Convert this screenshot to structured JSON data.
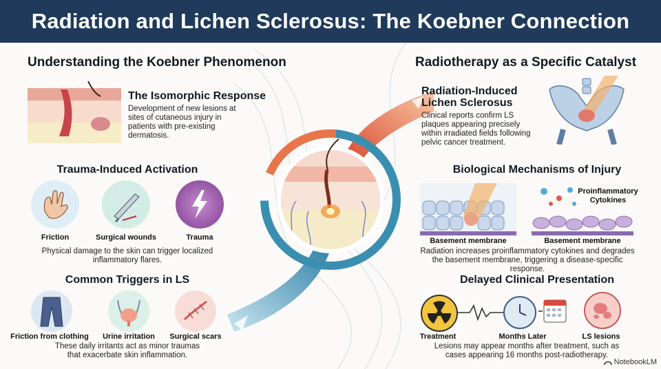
{
  "title": "Radiation and Lichen Sclerosus: The Koebner Connection",
  "left": {
    "heading": "Understanding the Koebner Phenomenon",
    "isomorphic": {
      "title": "The Isomorphic Response",
      "text": "Development of new lesions at sites of cutaneous injury in patients with pre-existing dermatosis."
    },
    "trauma": {
      "title": "Trauma-Induced Activation",
      "items": [
        {
          "label": "Friction",
          "icon": "hand-icon"
        },
        {
          "label": "Surgical wounds",
          "icon": "scalpel-icon"
        },
        {
          "label": "Trauma",
          "icon": "lightning-icon"
        }
      ],
      "text": "Physical damage to the skin can trigger localized inflammatory flares."
    },
    "triggers": {
      "title": "Common Triggers in LS",
      "items": [
        {
          "label": "Friction from clothing",
          "icon": "pants-icon"
        },
        {
          "label": "Urine irritation",
          "icon": "bladder-icon"
        },
        {
          "label": "Surgical scars",
          "icon": "scar-icon"
        }
      ],
      "text": "These daily irritants act as minor traumas that exacerbate skin inflammation."
    }
  },
  "right": {
    "heading": "Radiotherapy as a Specific Catalyst",
    "radiation": {
      "title": "Radiation-Induced Lichen Sclerosus",
      "text": "Clinical reports confirm LS plaques appearing precisely within irradiated fields following pelvic cancer treatment."
    },
    "mechanisms": {
      "title": "Biological Mechanisms of Injury",
      "cytokines_label": "Proinflammatory Cytokines",
      "membrane_label_1": "Basement membrane",
      "membrane_label_2": "Basement membrane",
      "text": "Radiation increases proinflammatory cytokines and degrades the basement membrane, triggering a disease-specific response."
    },
    "delayed": {
      "title": "Delayed Clinical Presentation",
      "steps": [
        {
          "label": "Treatment",
          "icon": "radiation-icon"
        },
        {
          "label": "Months Later",
          "icon": "clock-icon"
        },
        {
          "label": "LS lesions",
          "icon": "lesion-icon"
        }
      ],
      "text": "Lesions may appear months after treatment, such as cases appearing 16 months post-radiotherapy."
    }
  },
  "brand": "NotebookLM",
  "colors": {
    "banner": "#1f3a5a",
    "teal": "#3a8fb0",
    "orange": "#e8764a"
  }
}
